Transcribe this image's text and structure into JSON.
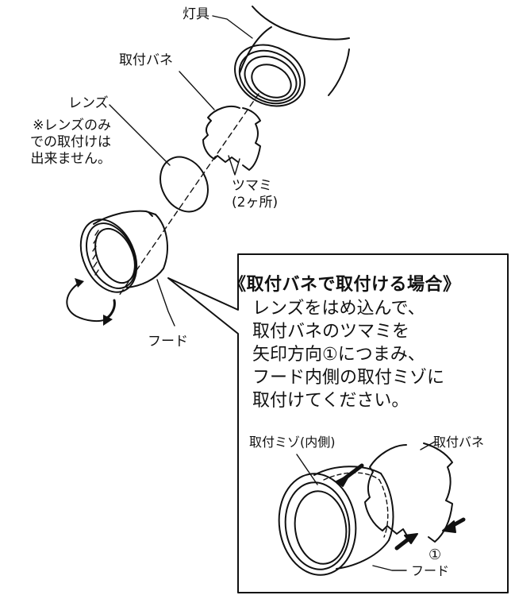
{
  "labels": {
    "fixture": "灯具",
    "spring": "取付バネ",
    "lens": "レンズ",
    "lens_note": [
      "※レンズのみ",
      "での取付けは",
      "出来ません。"
    ],
    "tabs": [
      "ツマミ",
      "(2ヶ所)"
    ],
    "hood": "フード"
  },
  "callout": {
    "title": "《取付バネで取付ける場合》",
    "body": [
      "レンズをはめ込んで、",
      "取付バネのツマミを",
      "矢印方向①につまみ、",
      "フード内側の取付ミゾに",
      "取付けてください。"
    ],
    "groove": "取付ミゾ(内側)",
    "spring": "取付バネ",
    "direction": "①",
    "hood": "フード"
  }
}
